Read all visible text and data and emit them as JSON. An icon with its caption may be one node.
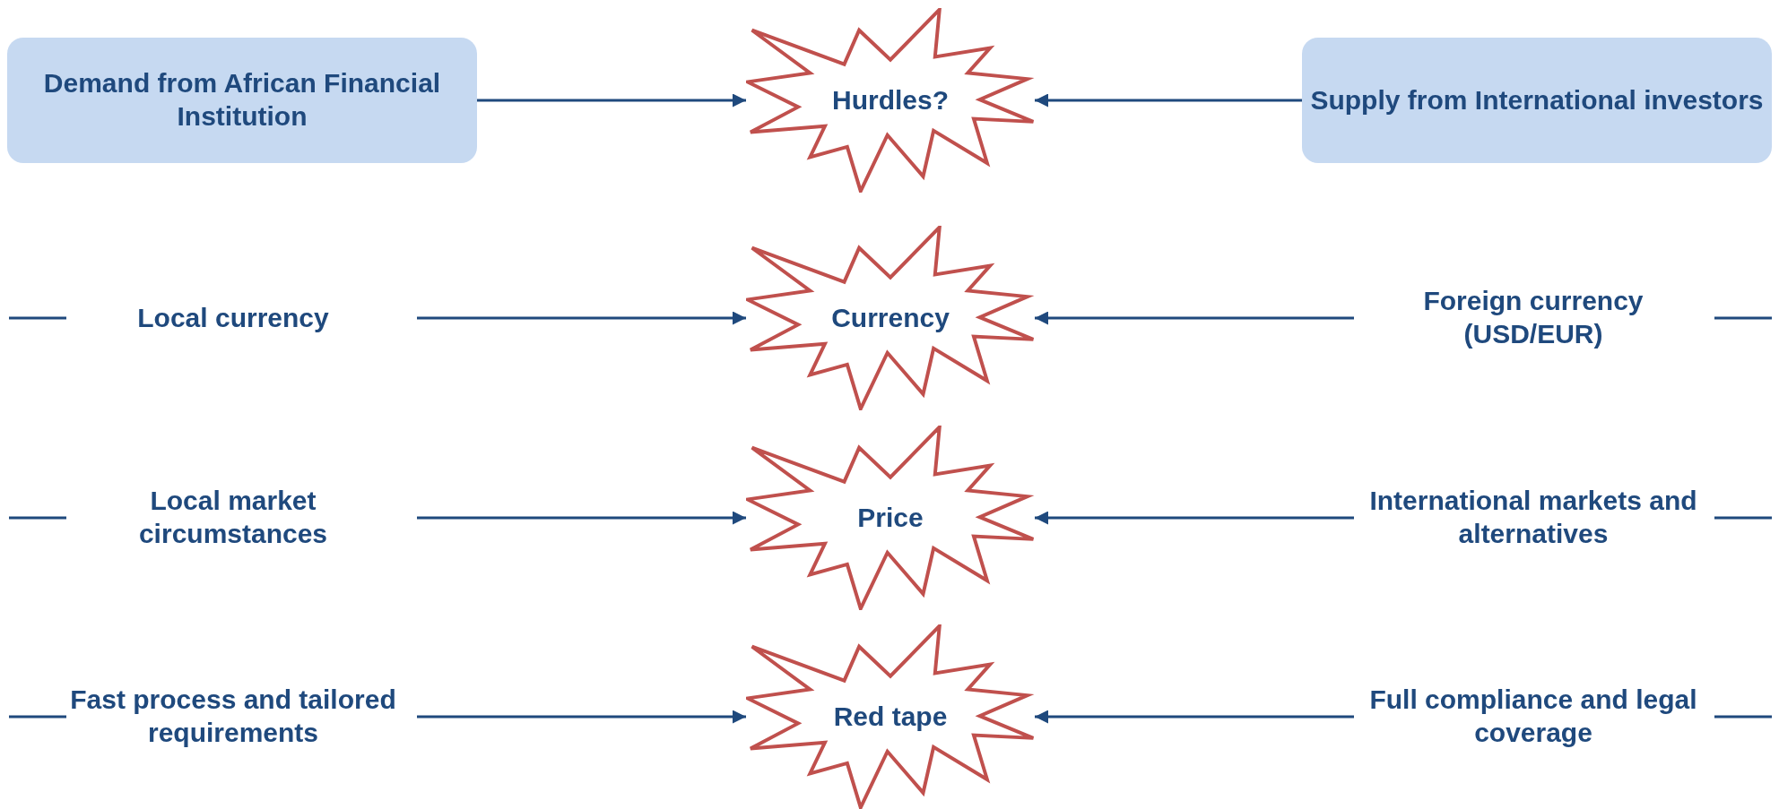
{
  "diagram": {
    "nodes": [
      {
        "text": [
          "Demand from African Financial Institution"
        ]
      },
      {
        "text": [
          "Hurdles?"
        ]
      },
      {
        "text": [
          "Supply from International investors"
        ]
      },
      {
        "text": [
          "Local currency"
        ]
      },
      {
        "text": [
          "Currency"
        ]
      },
      {
        "text": [
          "Foreign currency (USD/EUR)"
        ]
      },
      {
        "text": [
          "Local market circumstances"
        ]
      },
      {
        "text": [
          "Price"
        ]
      },
      {
        "text": [
          "International markets and alternatives"
        ]
      },
      {
        "text": [
          "Fast process and tailored requirements"
        ]
      },
      {
        "text": [
          "Red tape"
        ]
      },
      {
        "text": [
          "Full compliance and legal coverage"
        ]
      }
    ],
    "edges": [
      {
        "from": 0,
        "to": 1,
        "arrow": "to"
      },
      {
        "from": 2,
        "to": 1,
        "arrow": "to"
      },
      {
        "from": 3,
        "to": 4,
        "arrow": "to"
      },
      {
        "from": 5,
        "to": 4,
        "arrow": "to"
      },
      {
        "from": 6,
        "to": 7,
        "arrow": "to"
      },
      {
        "from": 8,
        "to": 7,
        "arrow": "to"
      },
      {
        "from": 9,
        "to": 10,
        "arrow": "to"
      },
      {
        "from": 11,
        "to": 10,
        "arrow": "to"
      }
    ]
  }
}
